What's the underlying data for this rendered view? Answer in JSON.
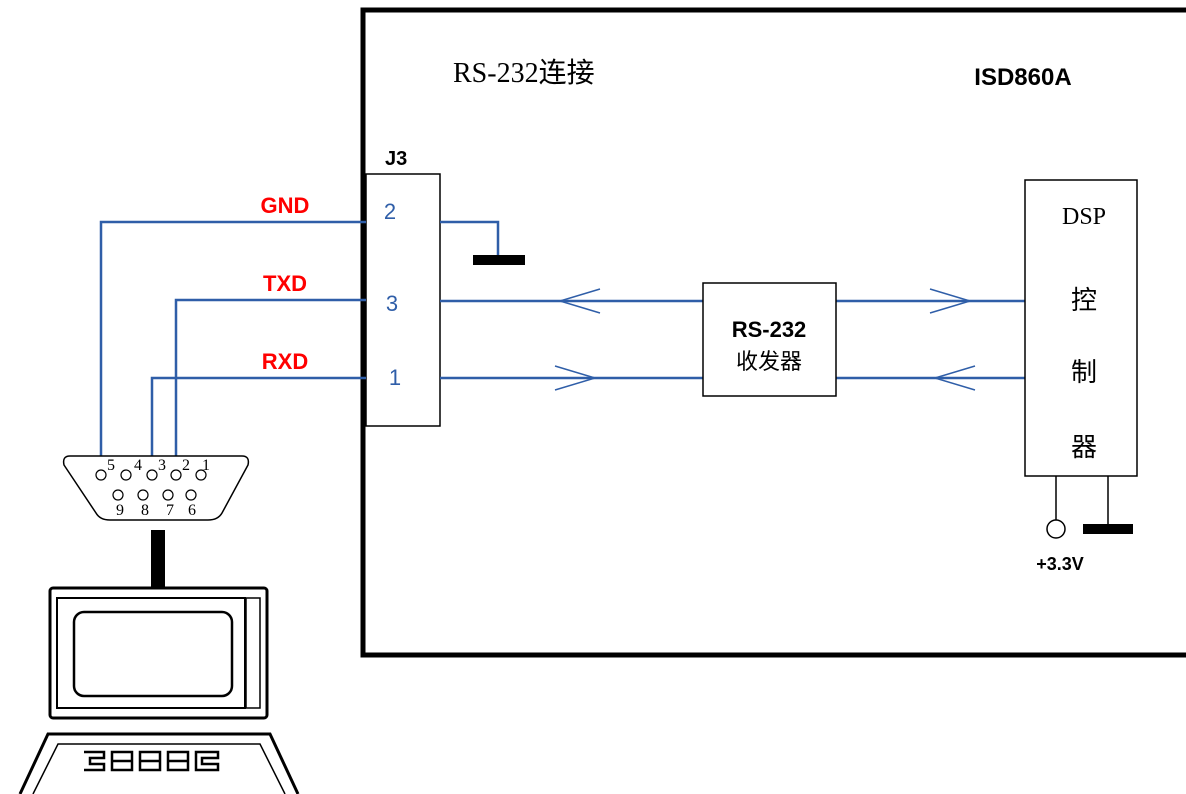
{
  "title": "RS-232连接",
  "device_label": "ISD860A",
  "connector": {
    "name": "J3",
    "pins": [
      "2",
      "3",
      "1"
    ]
  },
  "signals": [
    "GND",
    "TXD",
    "RXD"
  ],
  "transceiver": {
    "line1": "RS-232",
    "line2": "收发器"
  },
  "dsp": {
    "line1": "DSP",
    "chars": [
      "控",
      "制",
      "器"
    ]
  },
  "power_label": "+3.3V",
  "db9": {
    "top_pins": [
      "5",
      "4",
      "3",
      "2",
      "1"
    ],
    "bottom_pins": [
      "9",
      "8",
      "7",
      "6"
    ]
  },
  "colors": {
    "wire": "#2f5ea8",
    "signal_label": "#ff0000",
    "outline": "#000000"
  }
}
